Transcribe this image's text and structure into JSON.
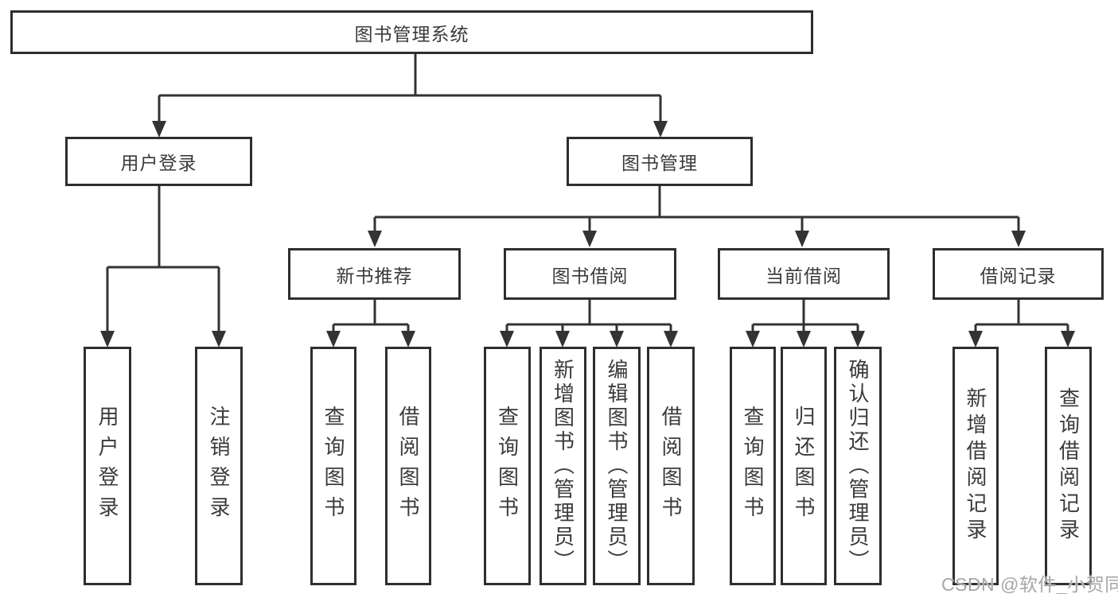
{
  "diagram": {
    "title": "图书管理系统",
    "root": {
      "label": "图书管理系统"
    },
    "level2": [
      {
        "label": "用户登录"
      },
      {
        "label": "图书管理"
      }
    ],
    "level3": [
      {
        "label": "新书推荐",
        "parent": "图书管理"
      },
      {
        "label": "图书借阅",
        "parent": "图书管理"
      },
      {
        "label": "当前借阅",
        "parent": "图书管理"
      },
      {
        "label": "借阅记录",
        "parent": "图书管理"
      }
    ],
    "leaves": [
      {
        "label": "用户登录",
        "parent": "用户登录"
      },
      {
        "label": "注销登录",
        "parent": "用户登录"
      },
      {
        "label": "查询图书",
        "parent": "新书推荐"
      },
      {
        "label": "借阅图书",
        "parent": "新书推荐"
      },
      {
        "label": "查询图书",
        "parent": "图书借阅"
      },
      {
        "label": "新增图书（管理员）",
        "parent": "图书借阅"
      },
      {
        "label": "编辑图书（管理员）",
        "parent": "图书借阅"
      },
      {
        "label": "借阅图书",
        "parent": "图书借阅"
      },
      {
        "label": "查询图书",
        "parent": "当前借阅"
      },
      {
        "label": "归还图书",
        "parent": "当前借阅"
      },
      {
        "label": "确认归还（管理员）",
        "parent": "当前借阅"
      },
      {
        "label": "新增借阅记录",
        "parent": "借阅记录"
      },
      {
        "label": "查询借阅记录",
        "parent": "借阅记录"
      }
    ]
  },
  "watermark": {
    "text": "CSDN @软件_小贺同学"
  },
  "colors": {
    "line": "#333333",
    "box_border": "#2e2e2e",
    "text": "#3b3b3b",
    "background": "#ffffff",
    "watermark": "#a6a6a6"
  }
}
